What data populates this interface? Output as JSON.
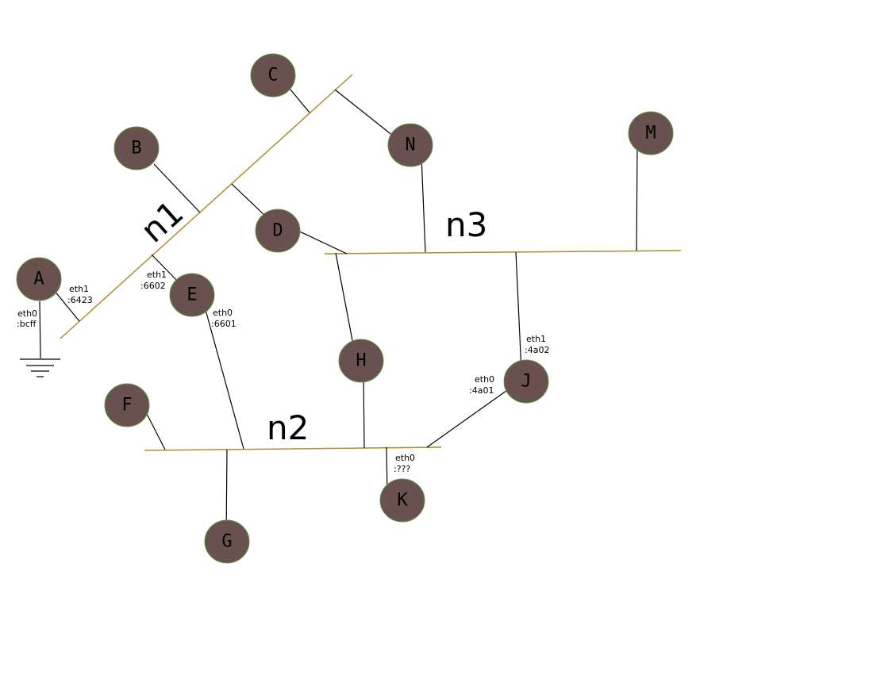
{
  "networks": {
    "n1": {
      "label": "n1"
    },
    "n2": {
      "label": "n2"
    },
    "n3": {
      "label": "n3"
    }
  },
  "nodes": {
    "A": "A",
    "B": "B",
    "C": "C",
    "D": "D",
    "E": "E",
    "F": "F",
    "G": "G",
    "H": "H",
    "J": "J",
    "K": "K",
    "M": "M",
    "N": "N"
  },
  "interfaces": {
    "A_eth1": [
      "eth1",
      ":6423"
    ],
    "A_eth0": [
      "eth0",
      ":bcff"
    ],
    "E_eth1": [
      "eth1",
      ":6602"
    ],
    "E_eth0": [
      "eth0",
      ":6601"
    ],
    "J_eth1": [
      "eth1",
      ":4a02"
    ],
    "J_eth0": [
      "eth0",
      ":4a01"
    ],
    "K_eth0": [
      "eth0",
      ":???"
    ]
  },
  "colors": {
    "node_fill": "#6b5050",
    "node_border": "#5a9a40",
    "network_line": "#b08d2a",
    "link_line": "#000000"
  }
}
